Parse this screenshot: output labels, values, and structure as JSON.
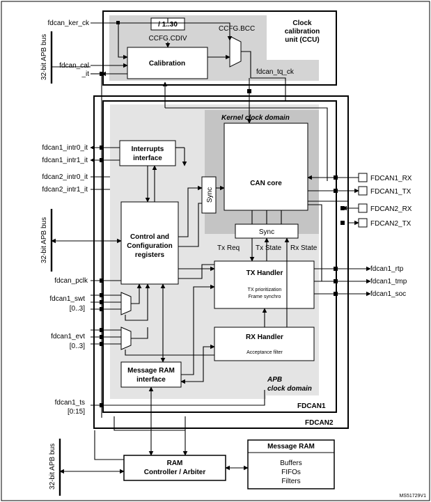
{
  "diagram": {
    "ccu_title": [
      "Clock",
      "calibration",
      "unit (CCU)"
    ],
    "div_label": "/ 1..30",
    "ccfg_cdiv": "CCFG.CDIV",
    "ccfg_bcc": "CCFG.BCC",
    "calibration": "Calibration",
    "fdcan_tq_ck": "fdcan_tq_ck",
    "kernel_domain": "Kernel clock domain",
    "can_core": "CAN core",
    "sync": "Sync",
    "interrupts_interface": [
      "Interrupts",
      "interface"
    ],
    "control_config": [
      "Control and",
      "Configuration",
      "registers"
    ],
    "tx_req": "Tx Req",
    "tx_state": "Tx State",
    "rx_state": "Rx State",
    "tx_handler": "TX Handler",
    "tx_handler_sub": [
      "TX prioritization",
      "Frame synchro"
    ],
    "rx_handler": "RX Handler",
    "rx_handler_sub": "Acceptance filter",
    "message_ram_interface": [
      "Message RAM",
      "interface"
    ],
    "apb_domain": [
      "APB",
      "clock domain"
    ],
    "fdcan1": "FDCAN1",
    "fdcan2": "FDCAN2",
    "ram_arbiter": [
      "RAM",
      "Controller / Arbiter"
    ],
    "message_ram": "Message RAM",
    "message_ram_items": [
      "Buffers",
      "FIFOs",
      "Filters"
    ],
    "apb_bus": "32-bit APB bus",
    "left_signals": {
      "fdcan_ker_ck": "fdcan_ker_ck",
      "fdcan_cal": "fdcan_cal",
      "fdcan_cal_it": "_it",
      "fdcan1_intr0_it": "fdcan1_intr0_it",
      "fdcan1_intr1_it": "fdcan1_intr1_it",
      "fdcan2_intr0_it": "fdcan2_intr0_it",
      "fdcan2_intr1_it": "fdcan2_intr1_it",
      "fdcan_pclk": "fdcan_pclk",
      "fdcan1_swt": "fdcan1_swt",
      "swt_range": "[0..3]",
      "fdcan1_evt": "fdcan1_evt",
      "evt_range": "[0..3]",
      "fdcan1_ts": "fdcan1_ts",
      "ts_range": "[0:15]"
    },
    "pins": [
      "FDCAN1_RX",
      "FDCAN1_TX",
      "FDCAN2_RX",
      "FDCAN2_TX"
    ],
    "right_signals": [
      "fdcan1_rtp",
      "fdcan1_tmp",
      "fdcan1_soc"
    ],
    "figure_id": "MS51729V1"
  }
}
